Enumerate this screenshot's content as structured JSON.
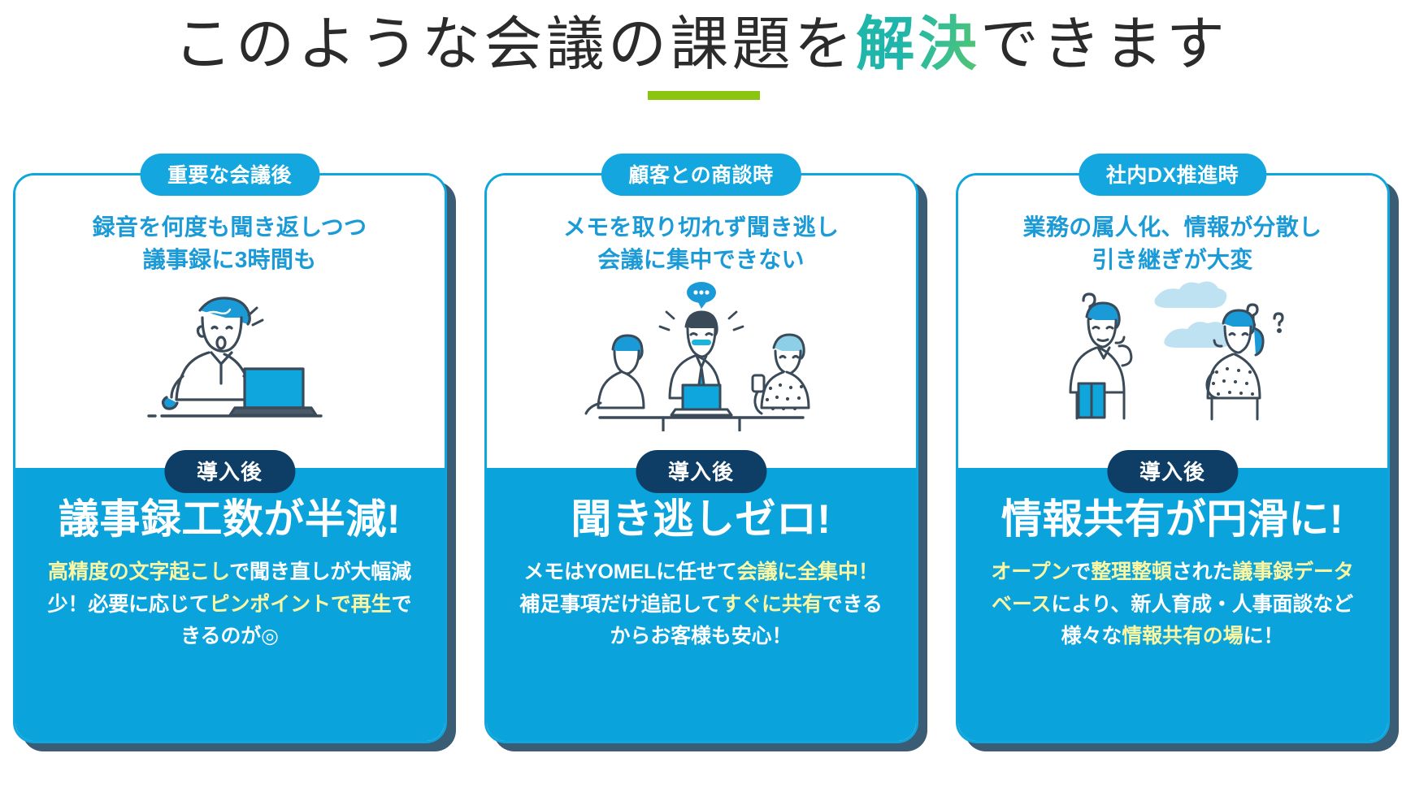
{
  "heading": {
    "before": "このような会議の課題を",
    "accent": "解決",
    "after": "できます",
    "underline_color": "#8cc412",
    "accent_color": "#21b6a8"
  },
  "colors": {
    "card_blue": "#0aa3dc",
    "badge_blue": "#14a7df",
    "badge_navy": "#0e3e66",
    "highlight_yellow": "#faf6a2",
    "problem_text_blue": "#1a9ad6",
    "card_border": "#0fa5dd",
    "card_shadow": "#3b5c75"
  },
  "cards": [
    {
      "top_badge": "重要な会議後",
      "problem_line1": "録音を何度も聞き返しつつ",
      "problem_line2": "議事録に3時間も",
      "illustration": "person-with-laptop-stressed",
      "mid_badge": "導入後",
      "result_title": "議事録工数が半減!",
      "result_desc_parts": [
        {
          "text": "高精度の文字起こし",
          "highlight": true
        },
        {
          "text": "で聞き直しが大幅減少！必要に応じて",
          "highlight": false
        },
        {
          "text": "ピンポイントで再生",
          "highlight": true
        },
        {
          "text": "できるのが◎",
          "highlight": false
        }
      ]
    },
    {
      "top_badge": "顧客との商談時",
      "problem_line1": "メモを取り切れず聞き逃し",
      "problem_line2": "会議に集中できない",
      "illustration": "three-people-meeting-table",
      "mid_badge": "導入後",
      "result_title": "聞き逃しゼロ!",
      "result_desc_parts": [
        {
          "text": "メモはYOMELに任せて",
          "highlight": false
        },
        {
          "text": "会議に全集中！",
          "highlight": true
        },
        {
          "text": "補足事項だけ追記して",
          "highlight": false
        },
        {
          "text": "すぐに共有",
          "highlight": true
        },
        {
          "text": "できるからお客様も安心！",
          "highlight": false
        }
      ]
    },
    {
      "top_badge": "社内DX推進時",
      "problem_line1": "業務の属人化、情報が分散し",
      "problem_line2": "引き継ぎが大変",
      "illustration": "two-people-thinking-clouds",
      "mid_badge": "導入後",
      "result_title": "情報共有が円滑に!",
      "result_desc_parts": [
        {
          "text": "オープン",
          "highlight": true
        },
        {
          "text": "で",
          "highlight": false
        },
        {
          "text": "整理整頓",
          "highlight": true
        },
        {
          "text": "された",
          "highlight": false
        },
        {
          "text": "議事録データベース",
          "highlight": true
        },
        {
          "text": "により、新人育成・人事面談など様々な",
          "highlight": false
        },
        {
          "text": "情報共有の場",
          "highlight": true
        },
        {
          "text": "に！",
          "highlight": false
        }
      ]
    }
  ]
}
